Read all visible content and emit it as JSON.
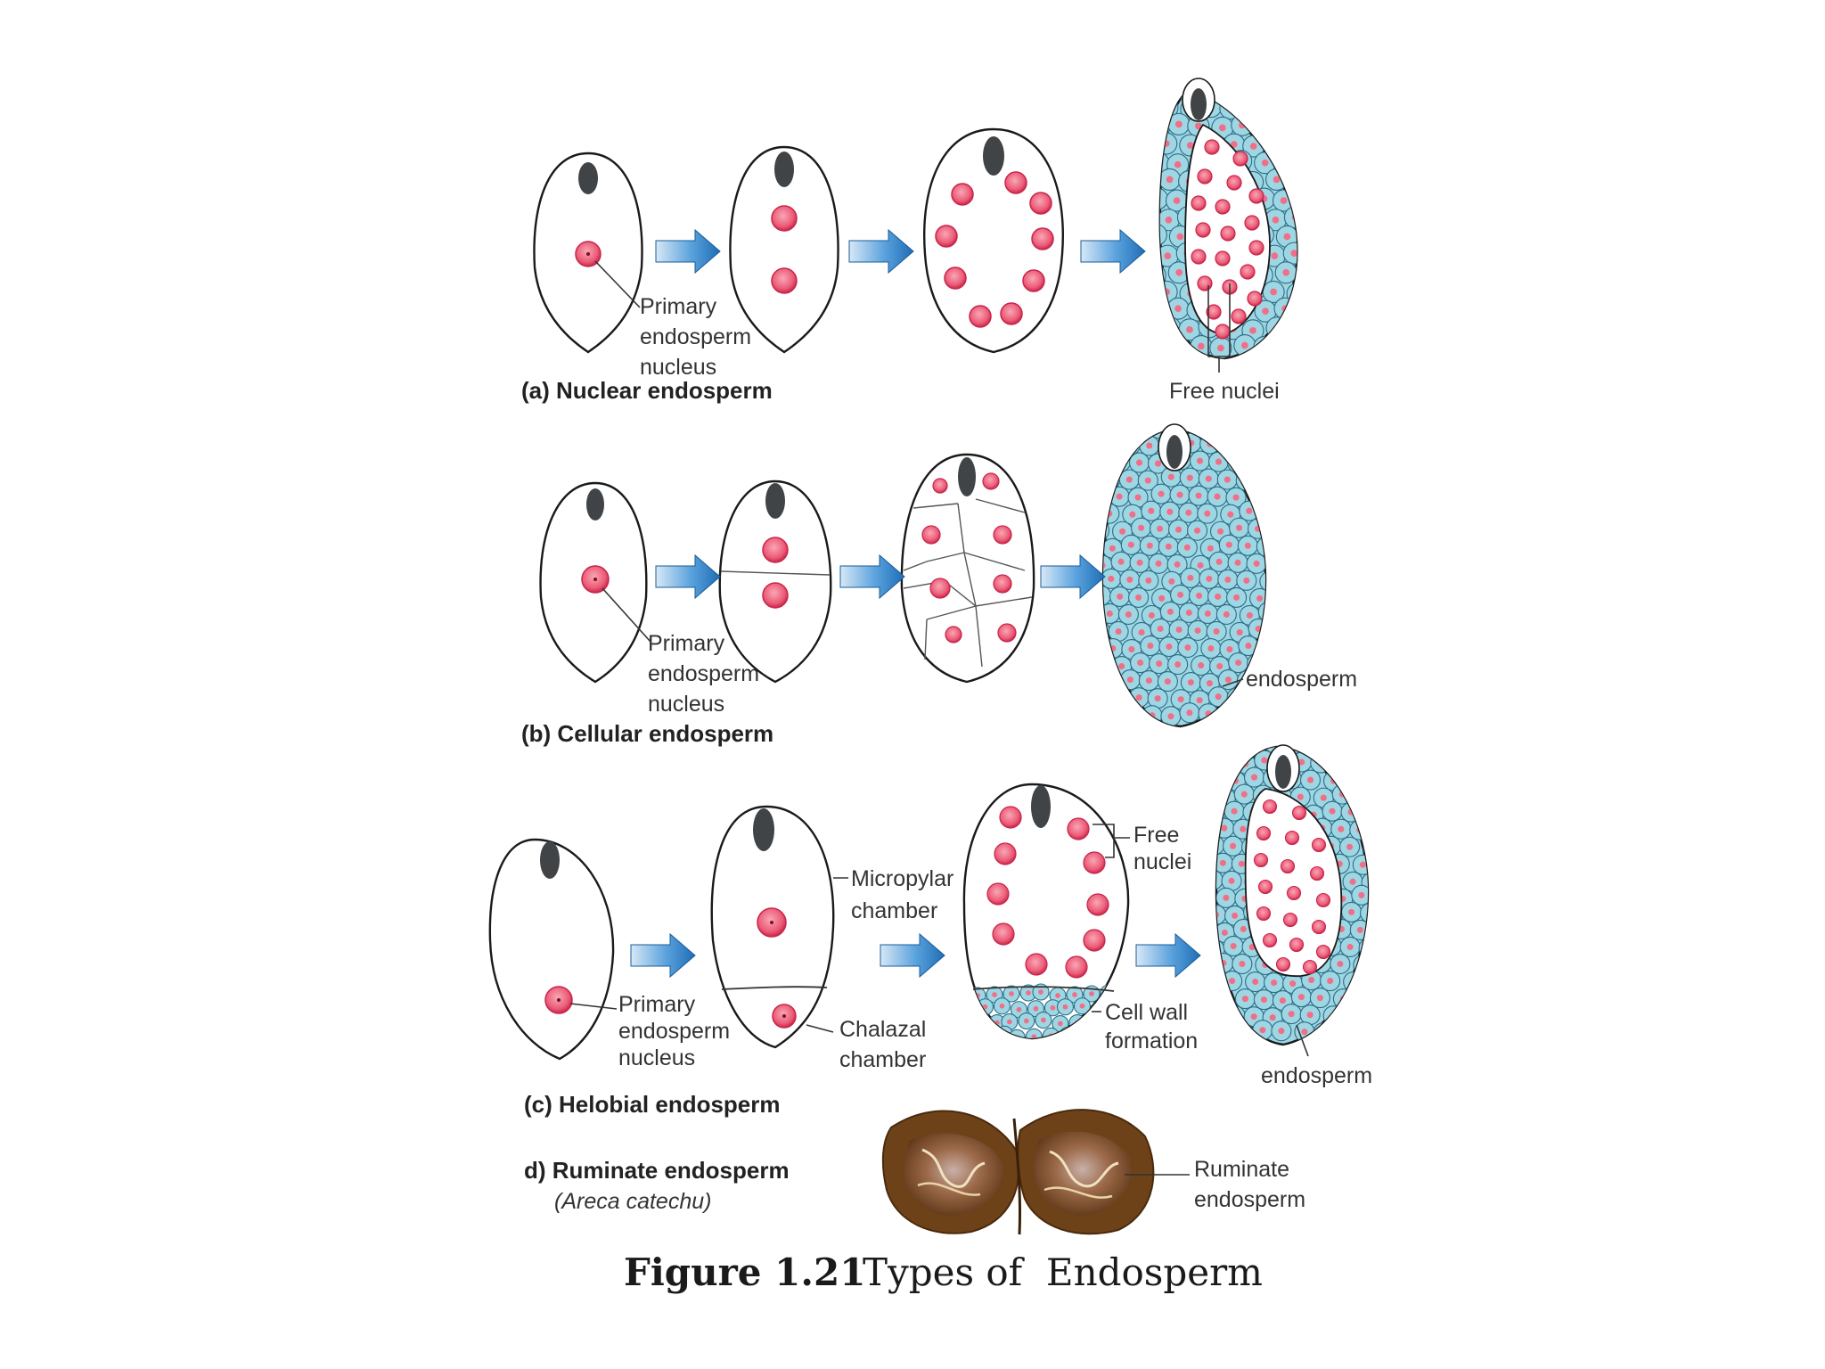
{
  "labels": {
    "primary_endosperm_nucleus": [
      "Primary",
      "endosperm",
      "nucleus"
    ],
    "free_nuclei_a": "Free nuclei",
    "endosperm_b": "endosperm",
    "micropylar_chamber": [
      "Micropylar",
      "chamber"
    ],
    "chalazal_chamber": [
      "Chalazal",
      "chamber"
    ],
    "free_nuclei_c": [
      "Free",
      "nuclei"
    ],
    "cell_wall_formation": [
      "Cell wall",
      "formation"
    ],
    "endosperm_c": "endosperm",
    "ruminate_endosperm": [
      "Ruminate",
      "endosperm"
    ]
  },
  "panels": {
    "a": "(a) Nuclear endosperm",
    "b": "(b) Cellular endosperm",
    "c": "(c) Helobial endosperm",
    "d": "d) Ruminate endosperm",
    "d_species": "(Areca catechu)"
  },
  "caption": {
    "number": "Figure 1.21",
    "text": "Types of  Endosperm"
  },
  "colors": {
    "nucleus_fill": "#f06f86",
    "nucleus_dark": "#c8264a",
    "cell_fill": "#9fd6e4",
    "cell_stroke": "#2a6e84",
    "arrow": "#2a7fc7",
    "embryo": "#404447"
  }
}
